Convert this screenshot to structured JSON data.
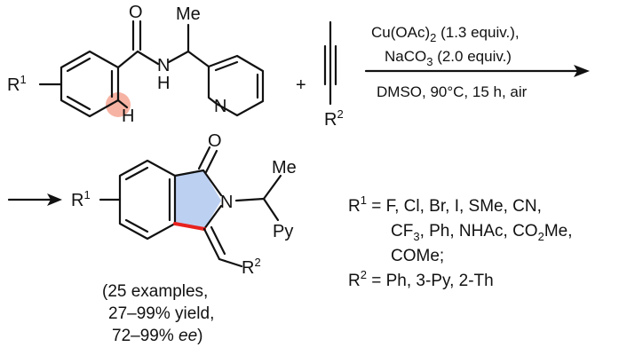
{
  "atoms": {
    "o": "O",
    "me": "Me",
    "n": "N",
    "h": "H",
    "r": "R",
    "py": "Py",
    "one": "1",
    "two": "2"
  },
  "reagents": {
    "plus": "+",
    "cu": "Cu(OAc)",
    "cu_sub": "2",
    "cu_amt": " (1.3 equiv.),",
    "na": "NaCO",
    "na_sub": "3",
    "na_amt": " (2.0 equiv.)",
    "cond": "DMSO, 90°C, 15 h, air"
  },
  "result": {
    "l1": "(25 examples,",
    "l2": "27–99% yield,",
    "l3": "72–99% ",
    "l3_ee": "ee",
    "l3_end": ")"
  },
  "substituents": {
    "r1_prefix": " = F, Cl, Br, I, SMe, CN,",
    "r1_l2a": "CF",
    "r1_l2_sub3": "3",
    "r1_l2b": ", Ph, NHAc, CO",
    "r1_l2_sub2": "2",
    "r1_l2c": "Me,",
    "r1_l3": "COMe;",
    "r2_prefix": " = Ph, 3-Py, 2-Th"
  },
  "colors": {
    "highlight": "#f6b3a3",
    "ring_fill": "#bcd0f2",
    "new_bond": "#e8221e"
  }
}
